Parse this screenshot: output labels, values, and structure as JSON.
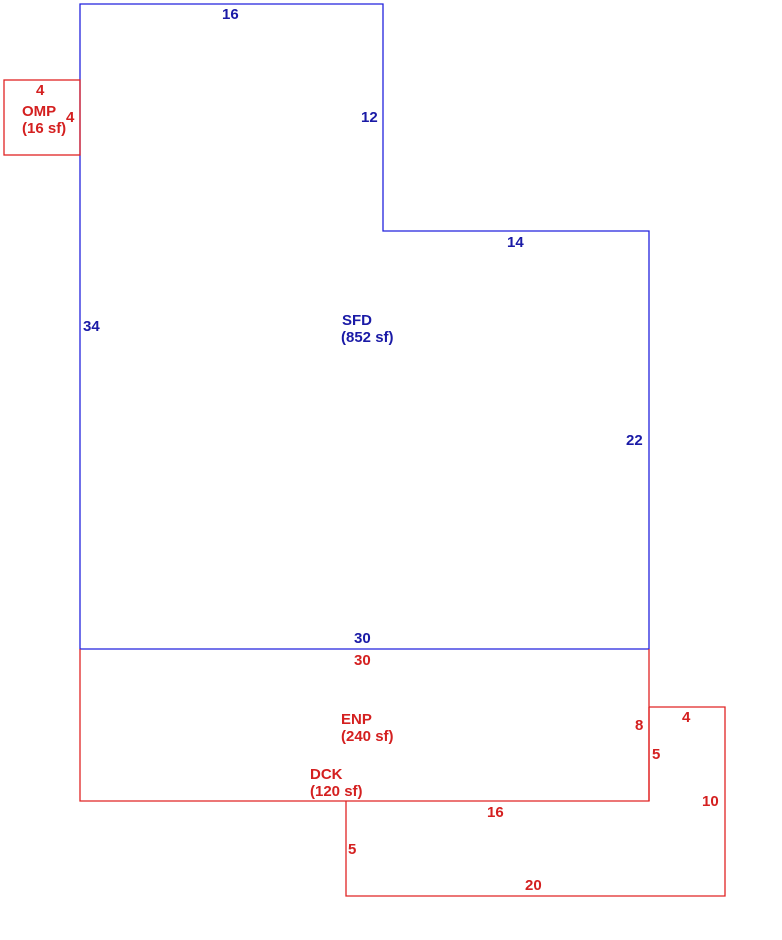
{
  "sfd": {
    "name": "SFD",
    "area": "(852 sf)",
    "color": "#2222dd",
    "dims": {
      "top": "16",
      "inner_vertical": "12",
      "inner_horizontal": "14",
      "left": "34",
      "right": "22",
      "bottom": "30"
    }
  },
  "omp": {
    "name": "OMP",
    "area": "(16 sf)",
    "color": "#e02424",
    "dims": {
      "top": "4",
      "right": "4"
    }
  },
  "enp": {
    "name": "ENP",
    "area": "(240 sf)",
    "color": "#e02424",
    "dims": {
      "top": "30",
      "right": "8"
    }
  },
  "dck": {
    "name": "DCK",
    "area": "(120 sf)",
    "color": "#e02424",
    "dims": {
      "top": "4",
      "inner_vertical": "5",
      "right": "10",
      "inner_horizontal": "16",
      "left": "5",
      "bottom": "20"
    }
  }
}
